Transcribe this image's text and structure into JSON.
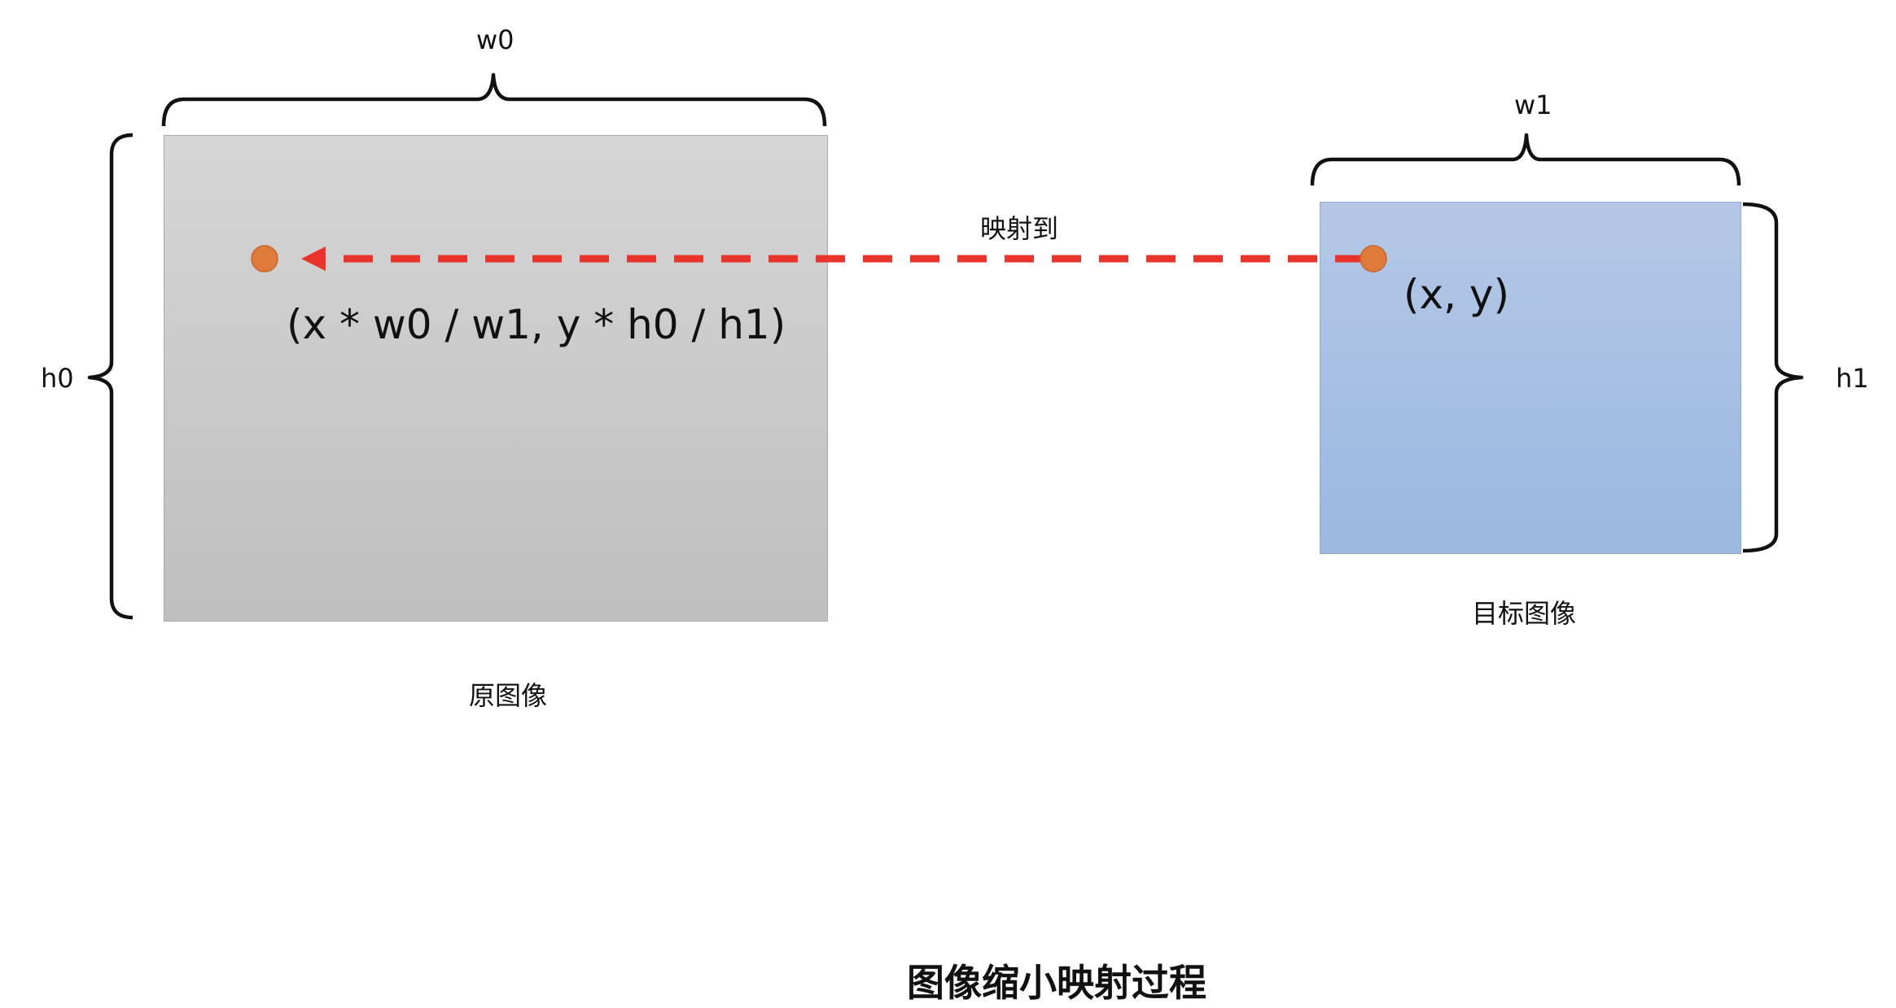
{
  "diagram": {
    "title": "图像缩小映射过程",
    "source_image": {
      "caption": "原图像",
      "width_label": "w0",
      "height_label": "h0",
      "point_label": "(x * w0 / w1,  y * h0 / h1)"
    },
    "target_image": {
      "caption": "目标图像",
      "width_label": "w1",
      "height_label": "h1",
      "point_label": "(x,  y)"
    },
    "arrow_label": "映射到",
    "colors": {
      "source_fill_top": "#d6d6d6",
      "source_fill_bottom": "#bebebe",
      "target_fill_top": "#b4c8e6",
      "target_fill_bottom": "#9ab8e0",
      "point": "#e07a3a",
      "arrow": "#e8342a",
      "brace": "#111111"
    }
  }
}
